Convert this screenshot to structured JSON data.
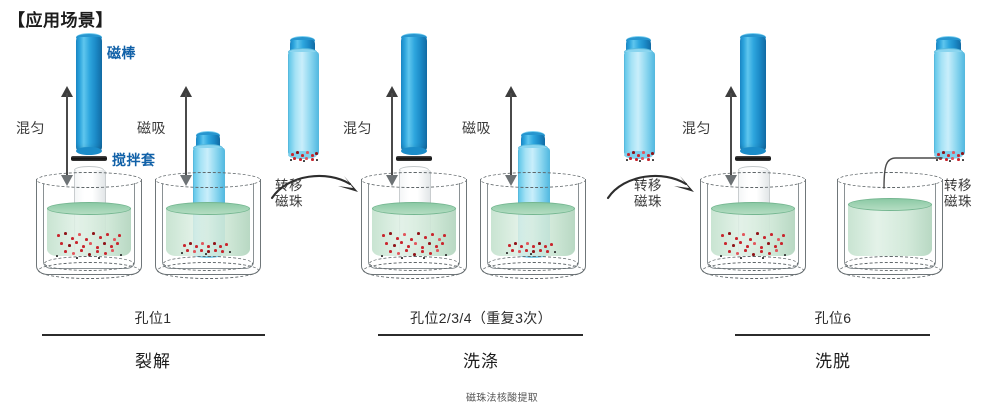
{
  "title": "【应用场景】",
  "caption": "磁珠法核酸提取",
  "colors": {
    "rod_blue": "#1f8fcc",
    "rod_blue_dark": "#126ba4",
    "sleeve_cyan": "#8fd8f0",
    "label_blue": "#1161a8",
    "bead_red": "#c9252d",
    "liquid_green": "#c4e2ce",
    "meniscus_green": "#8cc9a5",
    "arrow_gray": "#4a4a4a",
    "text_dark": "#1c1c1c"
  },
  "parts": {
    "rod_label": "磁棒",
    "sleeve_label": "搅拌套"
  },
  "steps": [
    {
      "id": "lysis",
      "well": "孔位1",
      "phase": "裂解",
      "actions": [
        {
          "id": "mix-1",
          "label": "混匀",
          "state": "rod-raised"
        },
        {
          "id": "magnet-1",
          "label": "磁吸",
          "state": "rod-lowered"
        }
      ]
    },
    {
      "id": "wash",
      "well": "孔位2/3/4（重复3次）",
      "phase": "洗涤",
      "actions": [
        {
          "id": "mix-2",
          "label": "混匀",
          "state": "rod-raised"
        },
        {
          "id": "magnet-2",
          "label": "磁吸",
          "state": "rod-lowered"
        }
      ]
    },
    {
      "id": "elution",
      "well": "孔位6",
      "phase": "洗脱",
      "actions": [
        {
          "id": "mix-3",
          "label": "混匀",
          "state": "rod-raised"
        }
      ]
    }
  ],
  "transfers": [
    {
      "id": "transfer-1",
      "line1": "转移",
      "line2": "磁珠"
    },
    {
      "id": "transfer-2",
      "line1": "转移",
      "line2": "磁珠"
    },
    {
      "id": "transfer-3",
      "line1": "转移",
      "line2": "磁珠"
    }
  ]
}
